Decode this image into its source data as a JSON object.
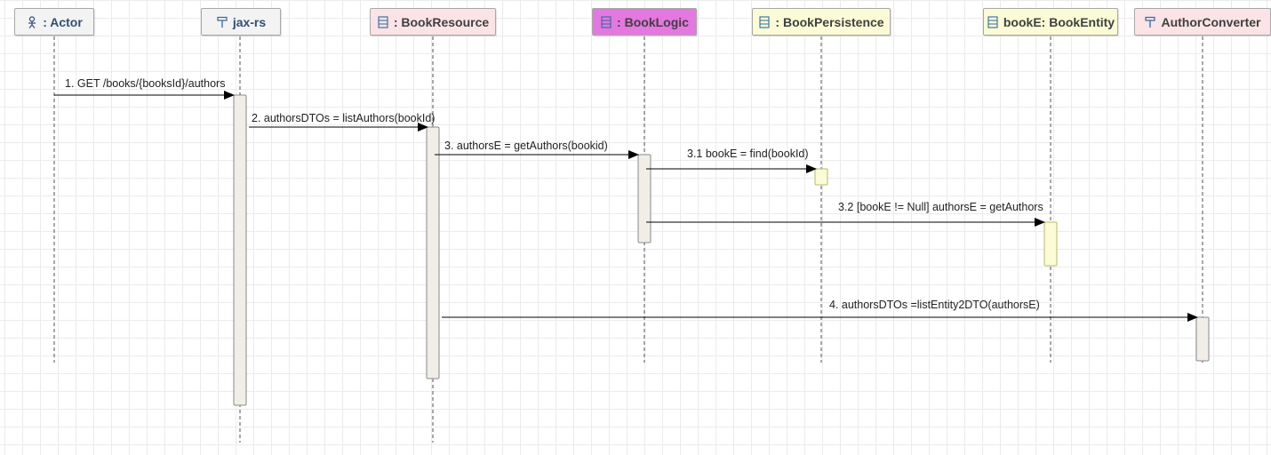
{
  "lifelines": [
    {
      "id": "actor",
      "name": ": Actor",
      "icon": "actor-icon",
      "fill": "#f3f3f3",
      "text": "#2f4f77"
    },
    {
      "id": "jaxrs",
      "name": "jax-rs",
      "icon": "interface-icon",
      "fill": "#f3f3f3",
      "text": "#2f4f77"
    },
    {
      "id": "bookresource",
      "name": ": BookResource",
      "icon": "class-icon",
      "fill": "#fbe3e6",
      "text": "#404040"
    },
    {
      "id": "booklogic",
      "name": ": BookLogic",
      "icon": "class-icon",
      "fill": "#e477e0",
      "text": "#404040"
    },
    {
      "id": "bookpersistence",
      "name": ": BookPersistence",
      "icon": "class-icon",
      "fill": "#fbfcd6",
      "text": "#404040"
    },
    {
      "id": "bookentity",
      "name": "bookE: BookEntity",
      "icon": "class-icon",
      "fill": "#fbfcd6",
      "text": "#404040"
    },
    {
      "id": "authorconverter",
      "name": "AuthorConverter",
      "icon": "interface-icon",
      "fill": "#fbe3e6",
      "text": "#404040"
    }
  ],
  "messages": [
    {
      "id": "m1",
      "label": "1. GET /books/{booksId}/authors",
      "from": "actor",
      "to": "jaxrs"
    },
    {
      "id": "m2",
      "label": "2. authorsDTOs = listAuthors(bookId)",
      "from": "jaxrs",
      "to": "bookresource"
    },
    {
      "id": "m3",
      "label": "3. authorsE = getAuthors(bookid)",
      "from": "bookresource",
      "to": "booklogic"
    },
    {
      "id": "m31",
      "label": "3.1 bookE = find(bookId)",
      "from": "booklogic",
      "to": "bookpersistence"
    },
    {
      "id": "m32",
      "label": "3.2 [bookE != Null] authorsE = getAuthors",
      "from": "booklogic",
      "to": "bookentity"
    },
    {
      "id": "m4",
      "label": "4. authorsDTOs =listEntity2DTO(authorsE)",
      "from": "bookresource",
      "to": "authorconverter"
    }
  ],
  "colors": {
    "lifeline": "#6e6e6e",
    "arrow": "#000000",
    "activation_fill": "#f1eee8",
    "activation_border": "#8a8a8a",
    "activation_yellow_fill": "#fbfcd6",
    "activation_yellow_border": "#b9b96a"
  }
}
